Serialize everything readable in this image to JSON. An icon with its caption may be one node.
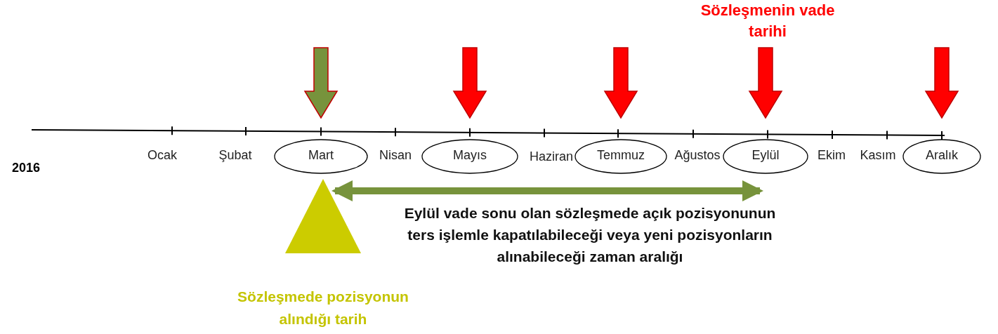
{
  "diagram": {
    "nodes": [
      {
        "text": [
          "Sözleşmenin vade tarihi"
        ]
      },
      {
        "text": [
          "Mart"
        ]
      },
      {
        "text": [
          "Mayıs"
        ]
      },
      {
        "text": [
          "Temmuz"
        ]
      },
      {
        "text": [
          "Eylül"
        ]
      },
      {
        "text": [
          "Aralık"
        ]
      },
      {
        "text": [],
        "shape": "triangle",
        "beside": [
          "Sözleşmede pozisyonun alındığı tarih"
        ]
      }
    ],
    "edges": [
      {
        "from": null,
        "to": 1,
        "arrow": "to",
        "color": "#77933c"
      },
      {
        "from": null,
        "to": 2,
        "arrow": "to"
      },
      {
        "from": null,
        "to": 3,
        "arrow": "to"
      },
      {
        "from": 0,
        "to": 4,
        "arrow": "to"
      },
      {
        "from": null,
        "to": 5,
        "arrow": "to"
      },
      {
        "from": 1,
        "to": 4,
        "arrow": "both",
        "color": "#77933c",
        "label": "Eylül vade sonu olan sözleşmede açık pozisyonunun ters işlemle kapatılabileceği veya yeni pozisyonların alınabileceği zaman aralığı"
      }
    ],
    "labels": [
      "2016",
      "Ocak",
      "Şubat",
      "Nisan",
      "Haziran",
      "Ağustos",
      "Ekim",
      "Kasım"
    ]
  }
}
